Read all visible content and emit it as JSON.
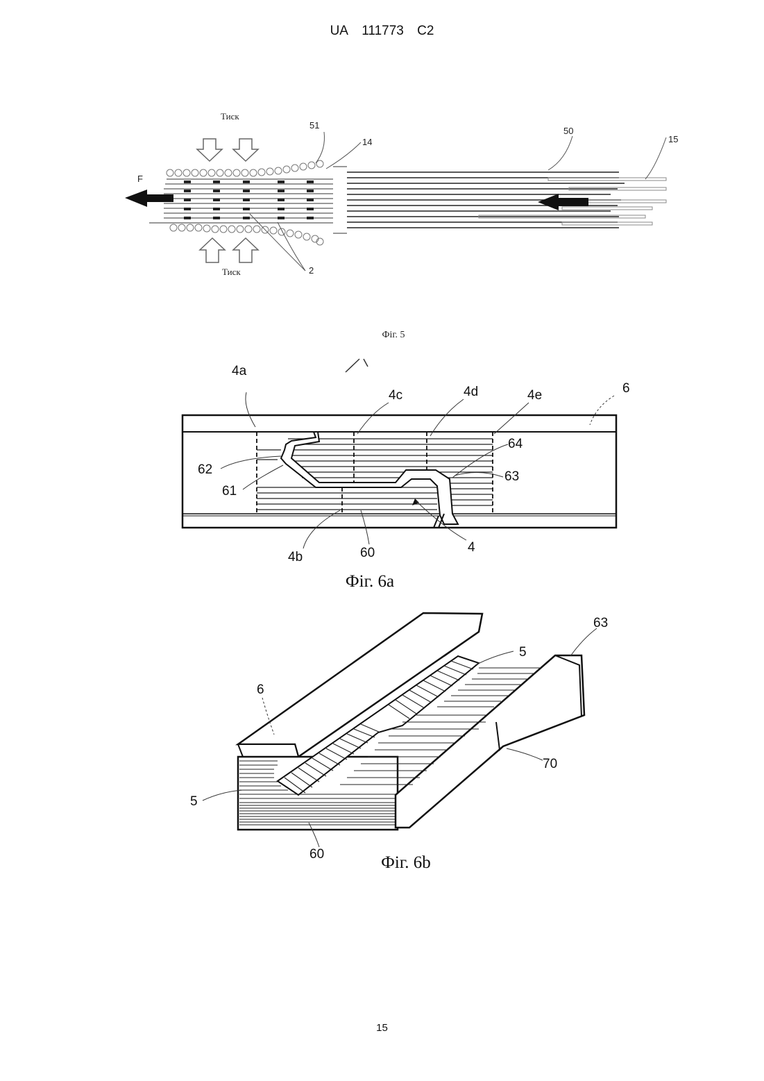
{
  "header": {
    "country": "UA",
    "number": "111773",
    "kind": "C2"
  },
  "page_number": "15",
  "fig5": {
    "caption": "Фіг. 5",
    "pressure_top": "Тиск",
    "pressure_bottom": "Тиск",
    "force_label": "F",
    "labels": {
      "l51": "51",
      "l14": "14",
      "l50": "50",
      "l15": "15",
      "l2": "2"
    }
  },
  "fig6a": {
    "caption": "Фіг. 6a",
    "labels": {
      "l4a": "4a",
      "l4c": "4c",
      "l4d": "4d",
      "l4e": "4e",
      "l6": "6",
      "l64": "64",
      "l62": "62",
      "l63": "63",
      "l61": "61",
      "l4b": "4b",
      "l60": "60",
      "l4": "4"
    }
  },
  "fig6b": {
    "caption": "Фіг. 6b",
    "labels": {
      "l63": "63",
      "l5top": "5",
      "l6": "6",
      "l70": "70",
      "l5left": "5",
      "l60": "60"
    }
  }
}
